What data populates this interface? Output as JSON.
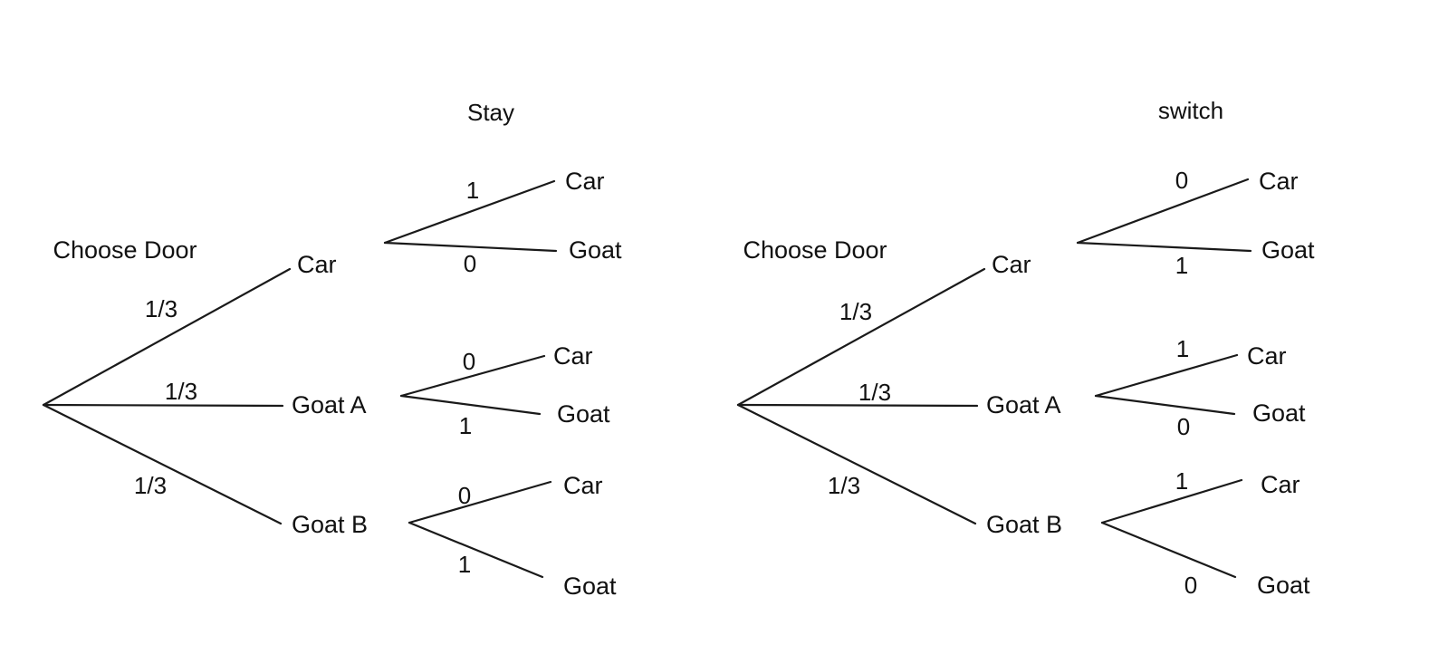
{
  "diagram": {
    "type": "decision-tree",
    "topic": "Monty Hall problem: stay vs switch outcome trees",
    "colors": {
      "background": "#ffffff",
      "line": "#1a1a1a",
      "text": "#111111"
    },
    "trees": [
      {
        "title": "Stay",
        "choose_door": "Choose Door",
        "branches": [
          {
            "prob": "1/3",
            "node": "Car",
            "children": [
              {
                "prob": "1",
                "leaf": "Car"
              },
              {
                "prob": "0",
                "leaf": "Goat"
              }
            ]
          },
          {
            "prob": "1/3",
            "node": "Goat A",
            "children": [
              {
                "prob": "0",
                "leaf": "Car"
              },
              {
                "prob": "1",
                "leaf": "Goat"
              }
            ]
          },
          {
            "prob": "1/3",
            "node": "Goat B",
            "children": [
              {
                "prob": "0",
                "leaf": "Car"
              },
              {
                "prob": "1",
                "leaf": "Goat"
              }
            ]
          }
        ]
      },
      {
        "title": "switch",
        "choose_door": "Choose Door",
        "branches": [
          {
            "prob": "1/3",
            "node": "Car",
            "children": [
              {
                "prob": "0",
                "leaf": "Car"
              },
              {
                "prob": "1",
                "leaf": "Goat"
              }
            ]
          },
          {
            "prob": "1/3",
            "node": "Goat A",
            "children": [
              {
                "prob": "1",
                "leaf": "Car"
              },
              {
                "prob": "0",
                "leaf": "Goat"
              }
            ]
          },
          {
            "prob": "1/3",
            "node": "Goat B",
            "children": [
              {
                "prob": "1",
                "leaf": "Car"
              },
              {
                "prob": "0",
                "leaf": "Goat"
              }
            ]
          }
        ]
      }
    ]
  }
}
